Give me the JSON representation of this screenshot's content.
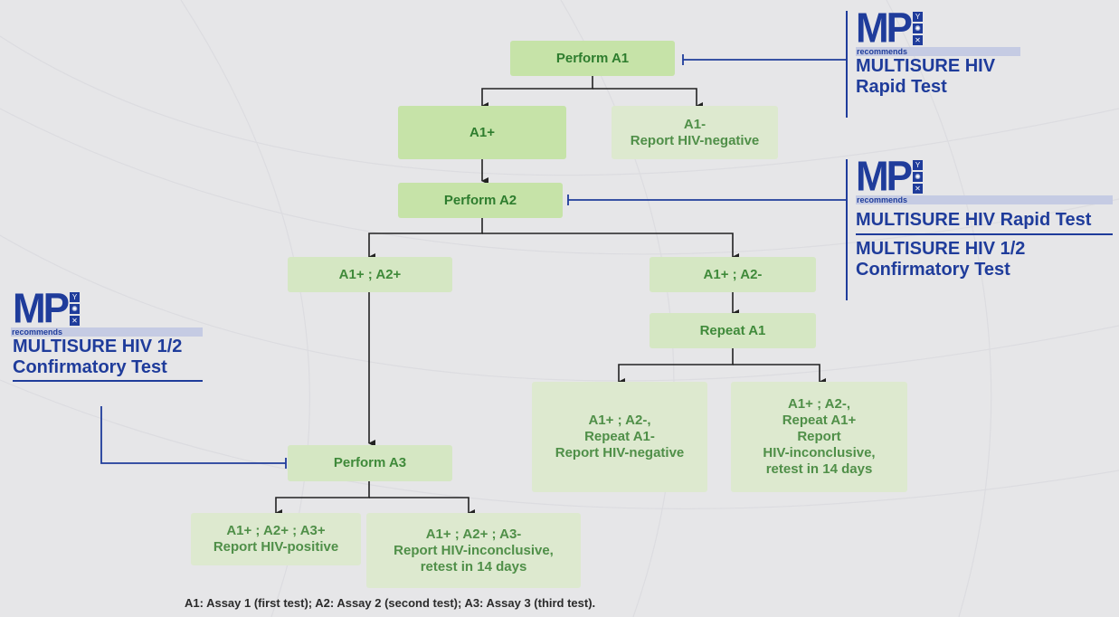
{
  "boxes": {
    "perform_a1": "Perform A1",
    "a1_pos": "A1+",
    "a1_neg": "A1-\nReport HIV-negative",
    "perform_a2": "Perform A2",
    "a1p_a2p": "A1+ ; A2+",
    "a1p_a2n": "A1+ ; A2-",
    "repeat_a1": "Repeat A1",
    "repeat_neg": "A1+ ; A2-,\nRepeat A1-\nReport HIV-negative",
    "repeat_pos": "A1+ ; A2-,\nRepeat A1+\nReport\nHIV-inconclusive,\nretest in 14 days",
    "perform_a3": "Perform A3",
    "a3_pos": "A1+ ; A2+ ; A3+\nReport HIV-positive",
    "a3_neg": "A1+ ; A2+ ; A3-\nReport HIV-inconclusive,\nretest in 14 days"
  },
  "recommendations": {
    "top": {
      "logo": "MP",
      "tag": "recommends",
      "lines": [
        "MULTISURE HIV\nRapid Test"
      ]
    },
    "middle": {
      "logo": "MP",
      "tag": "recommends",
      "lines": [
        "MULTISURE HIV Rapid Test",
        "MULTISURE HIV 1/2\nConfirmatory Test"
      ]
    },
    "left": {
      "logo": "MP",
      "tag": "recommends",
      "lines": [
        "MULTISURE HIV 1/2\nConfirmatory Test"
      ]
    }
  },
  "footnote": "A1: Assay 1 (first test); A2: Assay 2 (second test); A3: Assay 3 (third test).",
  "colors": {
    "box_green": "#c6e3a8",
    "text_green": "#2e7d2e",
    "brand_blue": "#1f3c9b",
    "background": "#e6e6e8"
  },
  "icons": [
    "antibody-icon",
    "virus-icon",
    "dna-icon"
  ]
}
